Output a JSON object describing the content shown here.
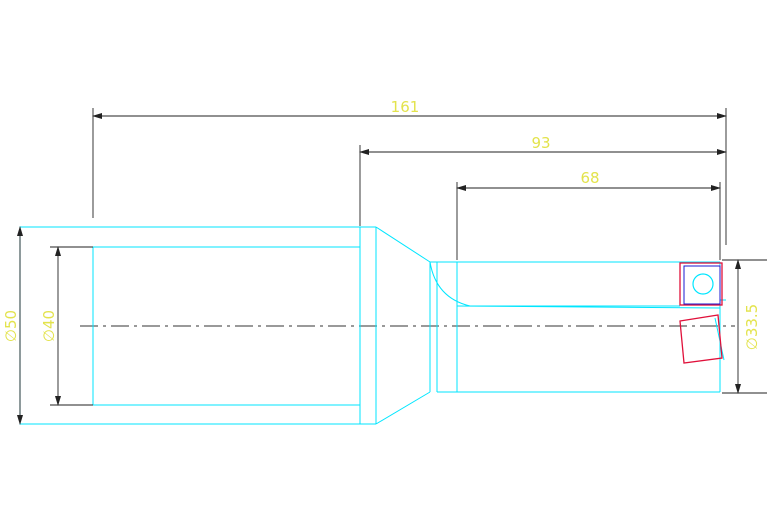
{
  "drawing": {
    "colors": {
      "background": "#ffffff",
      "outline": "#00e6ff",
      "dimension_line": "#222222",
      "dimension_text": "#e3e34c",
      "insert_red": "#e0103a",
      "insert_blue": "#1a1ad0",
      "centerline": "#333333"
    },
    "dimensions": {
      "overall_length": "161",
      "mid_length": "93",
      "flute_length": "68",
      "outer_diameter": "∅50",
      "inner_diameter": "∅40",
      "cutting_diameter": "∅33.5"
    }
  }
}
